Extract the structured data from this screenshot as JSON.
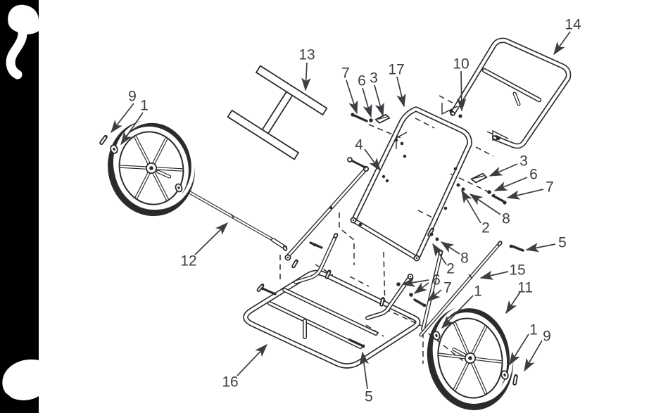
{
  "figure": {
    "alt": "Exploded-view parts diagram of a two-wheeled folding cart trailer with numbered part callouts",
    "background": "#ffffff",
    "line_color": "#2b2b2e",
    "label_color": "#3d3d42",
    "page_edge_color": "#000000"
  },
  "callouts": [
    {
      "text": "9"
    },
    {
      "text": "1"
    },
    {
      "text": "13"
    },
    {
      "text": "7"
    },
    {
      "text": "6"
    },
    {
      "text": "3"
    },
    {
      "text": "17"
    },
    {
      "text": "10"
    },
    {
      "text": "14"
    },
    {
      "text": "4"
    },
    {
      "text": "3"
    },
    {
      "text": "6"
    },
    {
      "text": "7"
    },
    {
      "text": "8"
    },
    {
      "text": "2"
    },
    {
      "text": "8"
    },
    {
      "text": "2"
    },
    {
      "text": "5"
    },
    {
      "text": "15"
    },
    {
      "text": "1"
    },
    {
      "text": "11"
    },
    {
      "text": "6"
    },
    {
      "text": "7"
    },
    {
      "text": "12"
    },
    {
      "text": "16"
    },
    {
      "text": "5"
    },
    {
      "text": "1"
    },
    {
      "text": "9"
    }
  ]
}
